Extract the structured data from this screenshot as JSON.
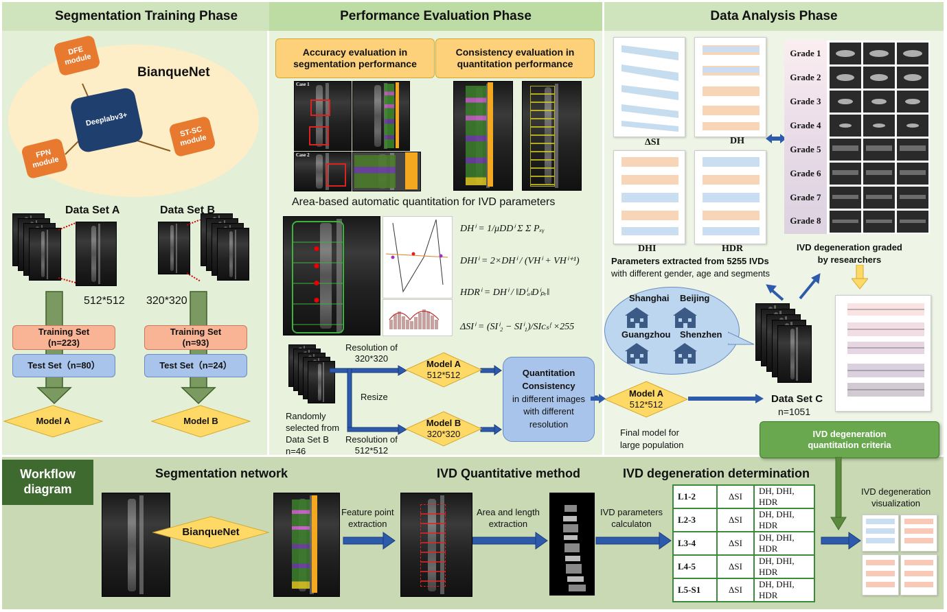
{
  "phases": {
    "training": "Segmentation Training Phase",
    "evaluation": "Performance Evaluation Phase",
    "analysis": "Data Analysis Phase"
  },
  "bianque": {
    "title": "BianqueNet",
    "center": "Deeplabv3+",
    "dfe": "DFE module",
    "fpn": "FPN module",
    "stsc": "ST-SC module"
  },
  "training": {
    "set_a": "Data Set A",
    "set_b": "Data Set B",
    "res_a": "512*512",
    "res_b": "320*320",
    "train_a": "Training Set\n(n=223)",
    "train_b": "Training Set\n(n=93)",
    "test_a": "Test Set（n=80）",
    "test_b": "Test Set（n=24）",
    "model_a": "Model A",
    "model_b": "Model B"
  },
  "evaluation": {
    "accuracy": "Accuracy evaluation in segmentation performance",
    "consistency": "Consistency evaluation in quantitation performance",
    "case1": "Case 1",
    "case2": "Case 2",
    "area_title": "Area-based automatic quantitation for IVD parameters",
    "res_320": "Resolution of\n320*320",
    "res_512": "Resolution of\n512*512",
    "resize": "Resize",
    "random": "Randomly\nselected from\nData Set B\nn=46",
    "model_a": "Model A",
    "model_a_res": "512*512",
    "model_b": "Model B",
    "model_b_res": "320*320",
    "qc_bold": "Quantitation Consistency",
    "qc_rest": "in different images with different resolution",
    "formula_dh": "DHⁱ = 1/μDDⁱ Σ Σ Pₓᵧ",
    "formula_dhi": "DHIⁱ = 2×DHⁱ / (VHⁱ + VHⁱ⁺¹)",
    "formula_hdr": "HDRⁱ = DHⁱ / ‖DⁱₐₗDⁱₚᵣ‖",
    "formula_si": "ΔSIⁱ = (SIⁱ₂ − SIⁱ₁)/SIᴄₛᶠ ×255"
  },
  "analysis": {
    "dsi": "ΔSI",
    "dh": "DH",
    "dhi": "DHI",
    "hdr": "HDR",
    "params_bold": "Parameters extracted from 5255 IVDs",
    "params_rest": "with different gender, age and segments",
    "cities": [
      "Shanghai",
      "Beijing",
      "Guangzhou",
      "Shenzhen"
    ],
    "grades": [
      "Grade 1",
      "Grade 2",
      "Grade 3",
      "Grade 4",
      "Grade 5",
      "Grade 6",
      "Grade 7",
      "Grade 8"
    ],
    "graded": "IVD degeneration graded\nby researchers",
    "model_a": "Model A",
    "model_a_res": "512*512",
    "final": "Final model for\nlarge population",
    "set_c": "Data Set C",
    "set_c_n": "n=1051",
    "criteria": "IVD degeneration\nquantitation criteria"
  },
  "workflow": {
    "label": "Workflow\ndiagram",
    "seg": "Segmentation network",
    "quant": "IVD Quantitative method",
    "determ": "IVD degeneration determination",
    "bianque": "BianqueNet",
    "feature": "Feature point\nextraction",
    "area": "Area and length\nextraction",
    "params": "IVD parameters\ncalculaton",
    "visual": "IVD degeneration\nvisualization",
    "table": [
      [
        "L1-2",
        "ΔSI",
        "DH, DHI, HDR"
      ],
      [
        "L2-3",
        "ΔSI",
        "DH, DHI, HDR"
      ],
      [
        "L3-4",
        "ΔSI",
        "DH, DHI, HDR"
      ],
      [
        "L4-5",
        "ΔSI",
        "DH, DHI, HDR"
      ],
      [
        "L5-S1",
        "ΔSI",
        "DH, DHI, HDR"
      ]
    ]
  },
  "colors": {
    "green_bg": "#e3efd6",
    "orange": "#f08a3c",
    "navy": "#1f3f6e",
    "diamond": "#ffd966",
    "salmon": "#f8b98f",
    "blue_pill": "#a9c4ea",
    "arrow_blue": "#2e5aac",
    "arrow_green": "#5c8a3c"
  }
}
